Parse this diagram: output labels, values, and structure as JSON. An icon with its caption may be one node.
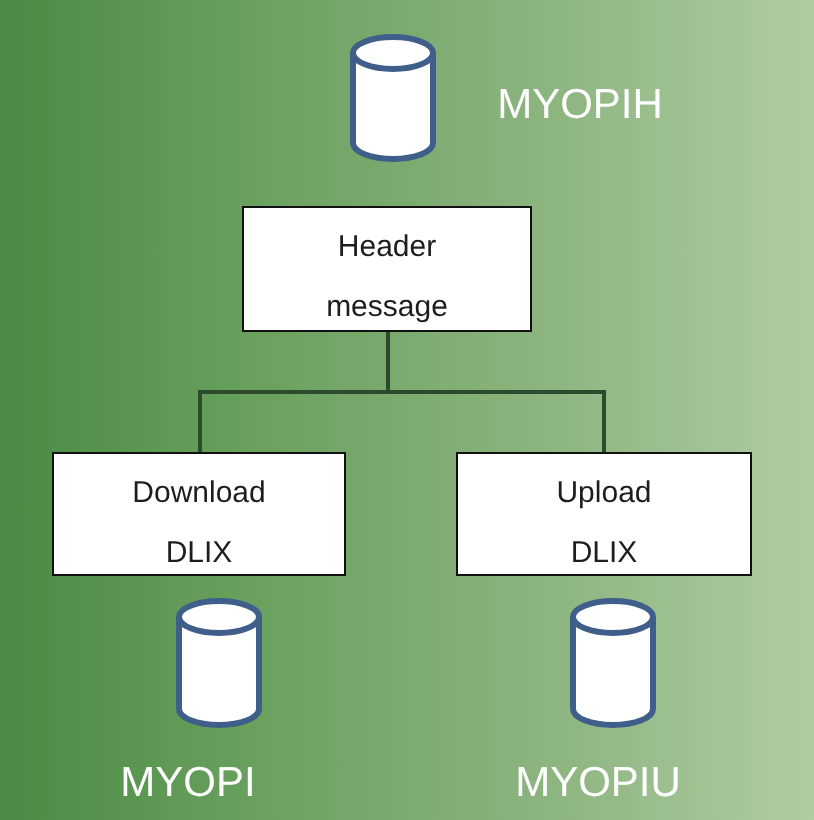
{
  "diagram": {
    "nodes": [
      {
        "text": [],
        "shape": "cylinder",
        "beside": [
          "MYOPIH"
        ]
      },
      {
        "text": [
          "Header",
          "message"
        ]
      },
      {
        "text": [
          "Download",
          "DLIX"
        ]
      },
      {
        "text": [
          "Upload",
          "DLIX"
        ]
      },
      {
        "text": [],
        "shape": "cylinder",
        "beside": [
          "MYOPI"
        ]
      },
      {
        "text": [],
        "shape": "cylinder",
        "beside": [
          "MYOPIU"
        ]
      }
    ],
    "edges": [
      {
        "from": 1,
        "to": 2,
        "arrow": "none"
      },
      {
        "from": 1,
        "to": 3,
        "arrow": "none"
      }
    ]
  }
}
